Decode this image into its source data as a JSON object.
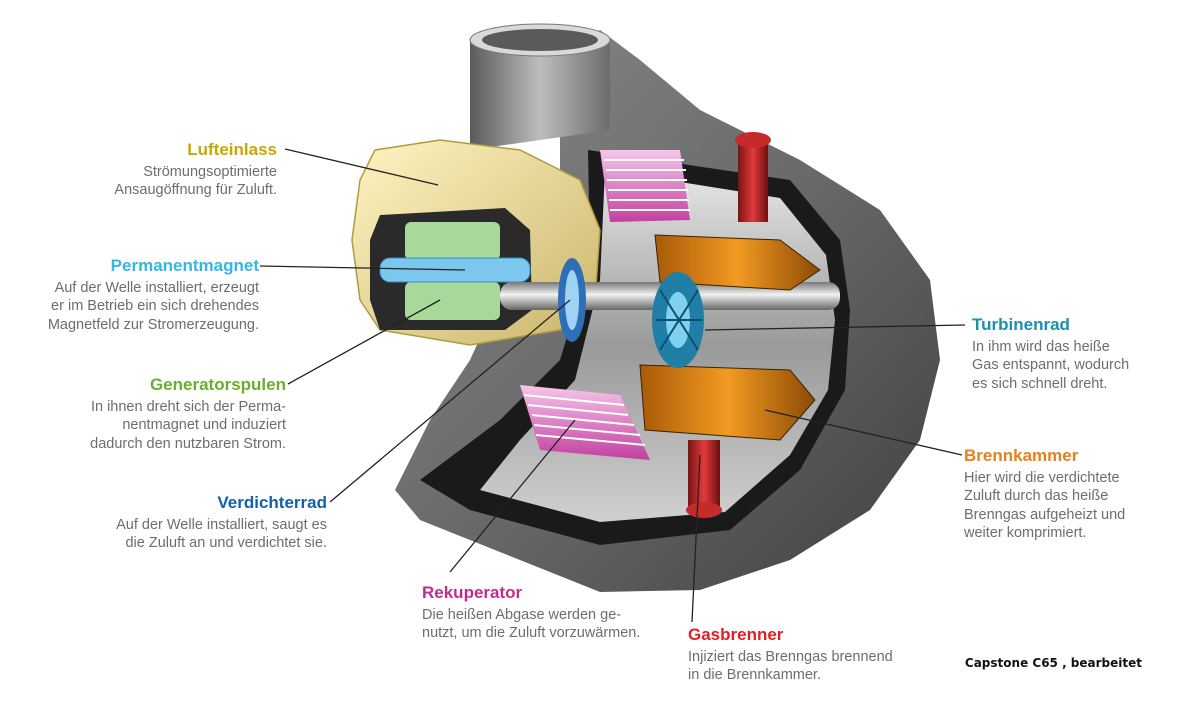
{
  "colors": {
    "lufteinlass": "#c8a800",
    "permanentmagnet": "#35b6e3",
    "generatorspulen": "#6aae2c",
    "verdichterrad": "#1360ad",
    "rekuperator": "#c22c8f",
    "gasbrenner": "#e11f26",
    "turbinenrad": "#1a8fb1",
    "brennkammer": "#e7801a"
  },
  "labels": {
    "lufteinlass": {
      "title": "Lufteinlass",
      "desc": "Strömungsoptimierte\nAnsaugöffnung für Zuluft."
    },
    "permanentmagnet": {
      "title": "Permanentmagnet",
      "desc": "Auf der Welle installiert, erzeugt\ner im Betrieb ein sich drehendes\nMagnetfeld zur Stromerzeugung."
    },
    "generatorspulen": {
      "title": "Generatorspulen",
      "desc": "In ihnen dreht sich der Perma-\nnentmagnet und induziert\ndadurch den nutzbaren Strom."
    },
    "verdichterrad": {
      "title": "Verdichterrad",
      "desc": "Auf der Welle installiert, saugt es\ndie Zuluft an und verdichtet sie."
    },
    "rekuperator": {
      "title": "Rekuperator",
      "desc": "Die heißen Abgase werden ge-\nnutzt, um die Zuluft vorzuwärmen."
    },
    "gasbrenner": {
      "title": "Gasbrenner",
      "desc": "Injiziert das Brenngas brennend\nin die Brennkammer."
    },
    "turbinenrad": {
      "title": "Turbinenrad",
      "desc": "In ihm wird das heiße\nGas entspannt, wodurch\nes sich schnell dreht."
    },
    "brennkammer": {
      "title": "Brennkammer",
      "desc": "Hier wird die verdichtete\nZuluft durch das heiße\nBrenngas aufgeheizt und\nweiter komprimiert."
    }
  },
  "credit": "Capstone C65 , bearbeitet"
}
